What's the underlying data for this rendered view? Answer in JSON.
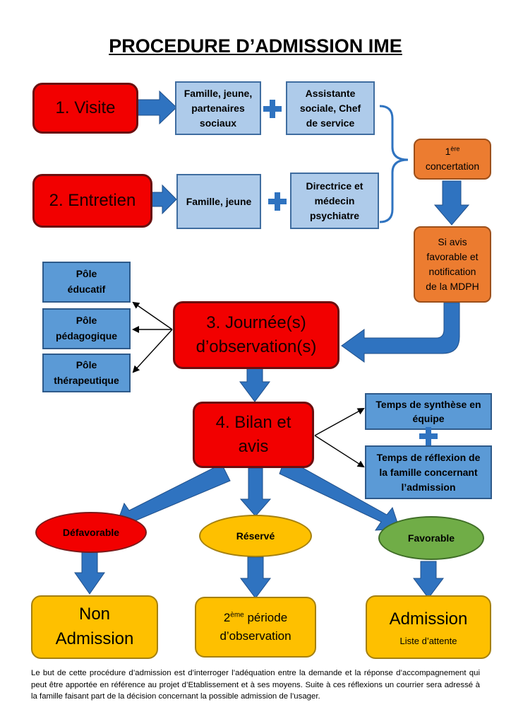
{
  "title": "PROCEDURE D’ADMISSION IME",
  "steps": {
    "visite": "1. Visite",
    "entretien": "2. Entretien",
    "journee_line1": "3. Journée(s)",
    "journee_line2": "d’observation(s)",
    "bilan_line1": "4. Bilan et",
    "bilan_line2": "avis"
  },
  "participants": {
    "visite_a": [
      "Famille, jeune,",
      "partenaires",
      "sociaux"
    ],
    "visite_b": [
      "Assistante",
      "sociale, Chef",
      "de service"
    ],
    "entretien_a": [
      "Famille, jeune"
    ],
    "entretien_b": [
      "Directrice et",
      "médecin",
      "psychiatre"
    ]
  },
  "concertation": {
    "sup_prefix": "1",
    "sup": "ère",
    "label": "concertation"
  },
  "avis_mdph": [
    "Si avis",
    "favorable et",
    "notification",
    "de la MDPH"
  ],
  "poles": [
    [
      "Pôle",
      "éducatif"
    ],
    [
      "Pôle",
      "pédagogique"
    ],
    [
      "Pôle",
      "thérapeutique"
    ]
  ],
  "synthese": [
    "Temps de synthèse en",
    "équipe"
  ],
  "reflexion": [
    "Temps de réflexion de",
    "la famille concernant",
    "l’admission"
  ],
  "decisions": {
    "defavorable": "Défavorable",
    "reserve": "Réservé",
    "favorable": "Favorable"
  },
  "outcomes": {
    "non_admission": [
      "Non",
      "Admission"
    ],
    "periode_sup": "ème",
    "periode_prefix": "2",
    "periode_line1_rest": " période",
    "periode_line2": "d’observation",
    "admission": "Admission",
    "liste": "Liste d’attente"
  },
  "footer": "Le but de cette procédure d’admission est d’interroger l’adéquation entre la demande et la réponse d’accompagnement qui peut être apportée en référence au projet d’Etablissement et à ses moyens. Suite à ces réflexions un courrier sera adressé à la famille faisant part de la décision concernant la possible admission de l’usager.",
  "colors": {
    "red": "#f20000",
    "light_blue": "#aecbea",
    "mid_blue": "#5b9ad6",
    "arrow_blue": "#2f73c0",
    "orange": "#ec7c30",
    "gold": "#fec000",
    "green": "#70ad47"
  }
}
